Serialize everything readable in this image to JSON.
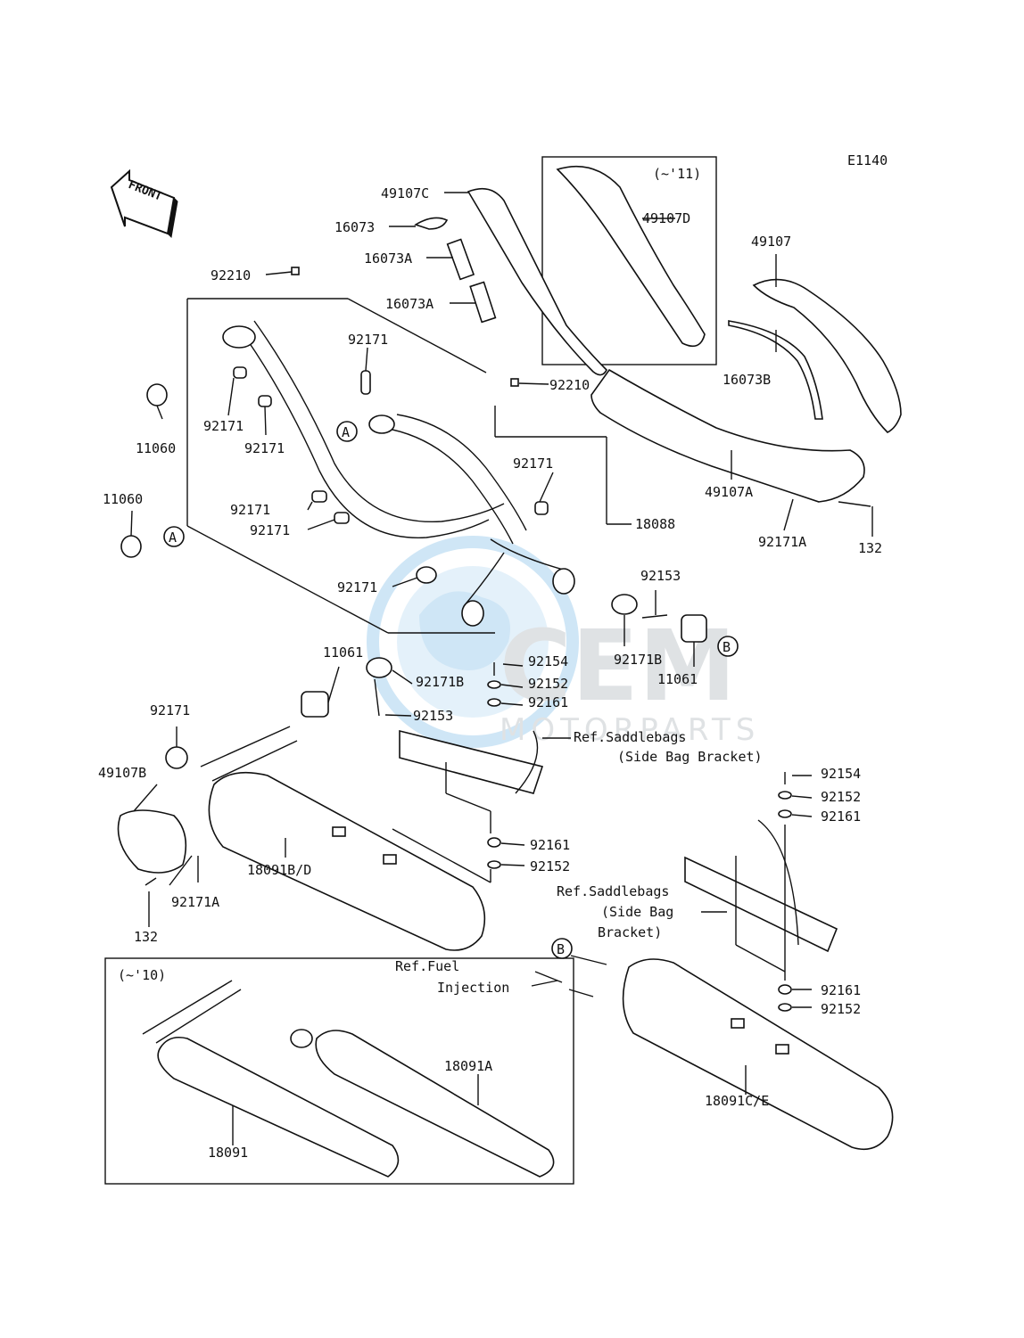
{
  "diagram_code": "E1140",
  "front_label": "FRONT",
  "watermark": {
    "brand": "CEM",
    "sub": "MOTORPARTS"
  },
  "parts": {
    "p49107C": "49107C",
    "p16073": "16073",
    "p16073A_1": "16073A",
    "p16073A_2": "16073A",
    "variant_11": "(~'11)",
    "p49107D": "49107D",
    "p49107": "49107",
    "p16073B": "16073B",
    "p92210_1": "92210",
    "p92210_2": "92210",
    "p92171_1": "92171",
    "p11060_1": "11060",
    "p92171_2": "92171",
    "p92171_3": "92171",
    "p92171_4": "92171",
    "p11060_2": "11060",
    "p92171_5": "92171",
    "p92171_6": "92171",
    "p92171_7": "92171",
    "p18088": "18088",
    "p49107A": "49107A",
    "p92171A_1": "92171A",
    "p132_1": "132",
    "p92153_1": "92153",
    "p92171B_1": "92171B",
    "p11061_1": "11061",
    "p11061_2": "11061",
    "p92154_1": "92154",
    "p92171B_2": "92171B",
    "p92152_1": "92152",
    "p92161_1": "92161",
    "p92153_2": "92153",
    "p92171_8": "92171",
    "p49107B": "49107B",
    "ref_saddle_1a": "Ref.Saddlebags",
    "ref_saddle_1b": "(Side Bag Bracket)",
    "p92154_2": "92154",
    "p92152_2": "92152",
    "p92161_2": "92161",
    "p92161_3": "92161",
    "p92152_3": "92152",
    "p92171A_2": "92171A",
    "p18091BD": "18091B/D",
    "p132_2": "132",
    "ref_saddle_2a": "Ref.Saddlebags",
    "ref_saddle_2b": "(Side Bag",
    "ref_saddle_2c": "Bracket)",
    "variant_10": "(~'10)",
    "ref_fuel_a": "Ref.Fuel",
    "ref_fuel_b": "Injection",
    "p92161_4": "92161",
    "p92152_4": "92152",
    "p18091A": "18091A",
    "p18091": "18091",
    "p18091CE": "18091C/E"
  },
  "markers": {
    "a1": "A",
    "a2": "A",
    "b1": "B",
    "b2": "B"
  }
}
